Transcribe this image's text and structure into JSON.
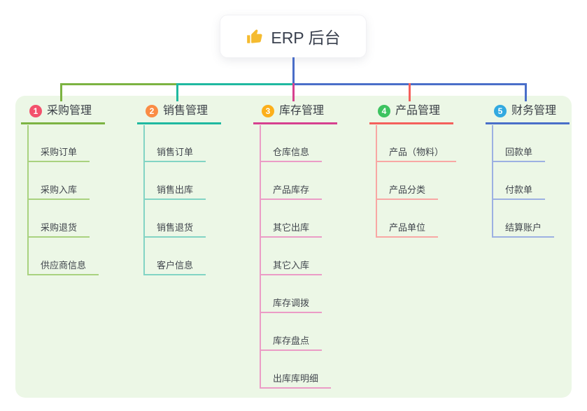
{
  "root": {
    "title": "ERP 后台",
    "icon": "thumbs-up",
    "icon_color": "#f5bb2f"
  },
  "canvas": {
    "panel_bg": "#ecf7e6",
    "page_bg": "#ffffff",
    "text_color": "#3a3f46",
    "root_connector_color": "#4a6dc8"
  },
  "branches": [
    {
      "num": "1",
      "label": "采购管理",
      "badge_color": "#f3516c",
      "line_color": "#7cb342",
      "light_line_color": "#a9d27f",
      "children": [
        "采购订单",
        "采购入库",
        "采购退货",
        "供应商信息"
      ]
    },
    {
      "num": "2",
      "label": "销售管理",
      "badge_color": "#fa8c44",
      "line_color": "#1fb9a0",
      "light_line_color": "#82d4c4",
      "children": [
        "销售订单",
        "销售出库",
        "销售退货",
        "客户信息"
      ]
    },
    {
      "num": "3",
      "label": "库存管理",
      "badge_color": "#fcaf1b",
      "line_color": "#d6418f",
      "light_line_color": "#eb9cc6",
      "children": [
        "仓库信息",
        "产品库存",
        "其它出库",
        "其它入库",
        "库存调拨",
        "库存盘点",
        "出库库明细"
      ]
    },
    {
      "num": "4",
      "label": "产品管理",
      "badge_color": "#3dc360",
      "line_color": "#f4605c",
      "light_line_color": "#f8a7a4",
      "children": [
        "产品（物料）",
        "产品分类",
        "产品单位"
      ]
    },
    {
      "num": "5",
      "label": "财务管理",
      "badge_color": "#32a9e0",
      "line_color": "#4a6fc9",
      "light_line_color": "#9cb0e2",
      "children": [
        "回款单",
        "付款单",
        "结算账户"
      ]
    }
  ]
}
